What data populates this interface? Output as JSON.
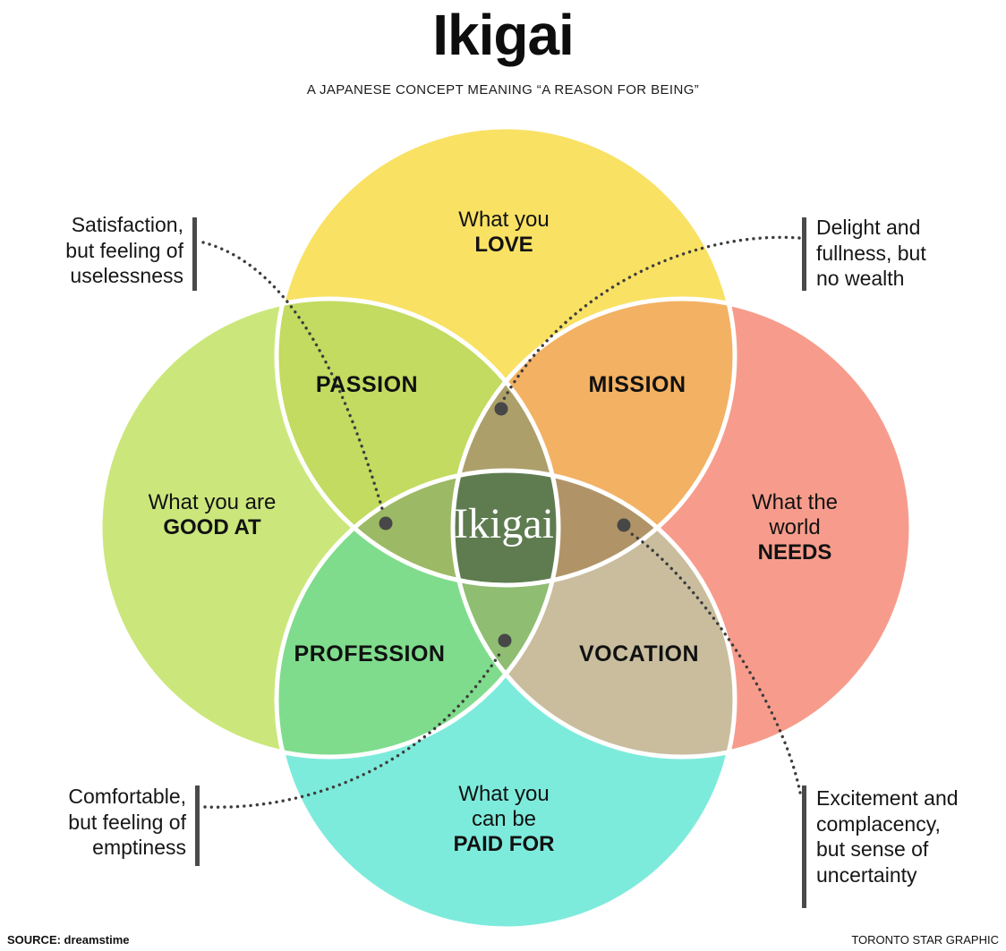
{
  "header": {
    "title": "Ikigai",
    "subtitle": "A JAPANESE CONCEPT MEANING “A REASON FOR BEING”"
  },
  "venn": {
    "center": "Ikigai",
    "love": {
      "line1": "What you",
      "line2": "LOVE"
    },
    "good_at": {
      "line1": "What you are",
      "line2": "GOOD AT"
    },
    "needs": {
      "line1": "What the",
      "line2": "world",
      "line3": "NEEDS"
    },
    "paid_for": {
      "line1": "What you",
      "line2": "can be",
      "line3": "PAID FOR"
    },
    "passion": "PASSION",
    "mission": "MISSION",
    "profession": "PROFESSION",
    "vocation": "VOCATION"
  },
  "colors": {
    "love": "#F9E164",
    "good_at": "#CBE77C",
    "needs": "#F79C8C",
    "paid_for": "#7DEBDC",
    "passion": "#C2DB60",
    "mission": "#F3B163",
    "profession": "#7FDC8C",
    "vocation": "#C9BD9E",
    "love_good_needs": "#AC9F6A",
    "love_good_paid": "#9CB965",
    "love_needs_paid": "#B09468",
    "good_needs_paid": "#8FBD72",
    "center": "#5E7C50",
    "leader_line": "#3d3d3d",
    "leader_dot": "#474747"
  },
  "callouts": {
    "top_left": {
      "line1": "Satisfaction,",
      "line2": "but feeling of",
      "line3": "uselessness"
    },
    "top_right": {
      "line1": "Delight and",
      "line2": "fullness, but",
      "line3": "no wealth"
    },
    "bottom_left": {
      "line1": "Comfortable,",
      "line2": "but feeling of",
      "line3": "emptiness"
    },
    "bottom_right": {
      "line1": "Excitement and",
      "line2": "complacency,",
      "line3": "but sense of",
      "line4": "uncertainty"
    }
  },
  "footer": {
    "source": "SOURCE: dreamstime",
    "credit": "TORONTO STAR GRAPHIC"
  }
}
